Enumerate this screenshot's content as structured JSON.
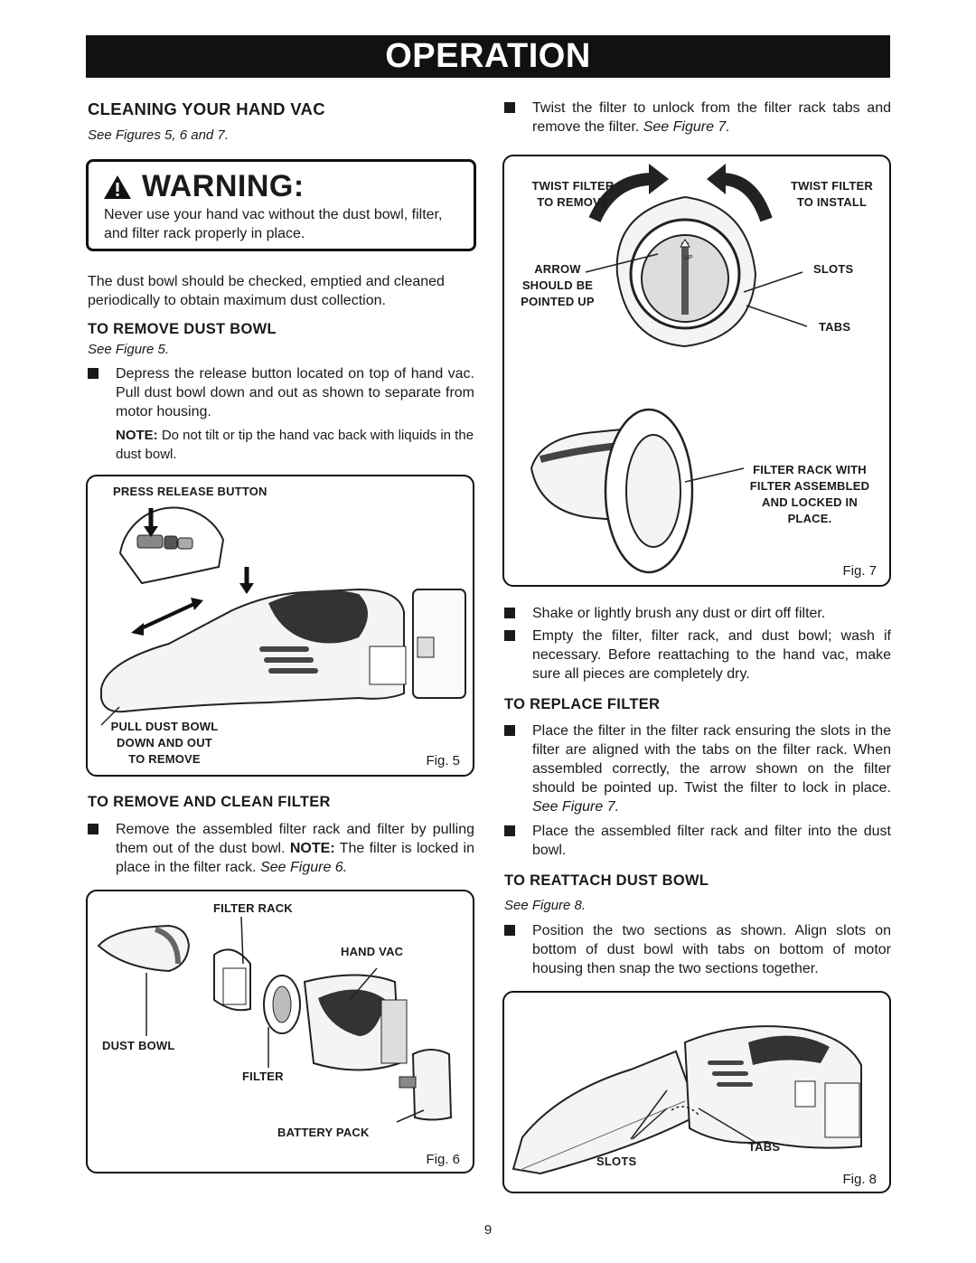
{
  "header": {
    "title": "OPERATION"
  },
  "left": {
    "section_title": "CLEANING YOUR HAND VAC",
    "see_figures": "See Figures 5, 6 and 7.",
    "warning": {
      "title": "WARNING:",
      "text": "Never use your hand vac without the dust bowl, filter, and filter rack properly in place."
    },
    "intro": "The dust bowl should be checked, emptied and cleaned periodically to obtain maximum dust collection.",
    "remove_dust_bowl": {
      "title": "TO REMOVE DUST BOWL",
      "see": "See Figure 5.",
      "bullet": "Depress the release button located on top of hand vac. Pull dust bowl down and out as shown to separate from motor housing.",
      "note_label": "NOTE:",
      "note_text": " Do not tilt or tip the hand vac back with liquids in the dust bowl."
    },
    "fig5": {
      "label_press": "PRESS RELEASE BUTTON",
      "label_pull_1": "PULL DUST BOWL",
      "label_pull_2": "DOWN AND OUT",
      "label_pull_3": "TO REMOVE",
      "fig_no": "Fig. 5"
    },
    "remove_clean_filter": {
      "title": "TO REMOVE AND CLEAN FILTER",
      "bullet_a": "Remove the assembled filter rack and filter by pulling them out of the dust bowl. ",
      "bullet_note": "NOTE:",
      "bullet_b": " The filter is locked in place in the filter rack. ",
      "bullet_see": "See Figure 6."
    },
    "fig6": {
      "filter_rack": "FILTER RACK",
      "hand_vac": "HAND VAC",
      "dust_bowl": "DUST BOWL",
      "filter": "FILTER",
      "battery_pack": "BATTERY PACK",
      "fig_no": "Fig. 6"
    }
  },
  "right": {
    "twist_bullet": "Twist the filter to unlock from the filter rack tabs and remove the filter. ",
    "twist_see": "See Figure 7.",
    "fig7": {
      "twist_remove_1": "TWIST FILTER",
      "twist_remove_2": "TO REMOVE",
      "twist_install_1": "TWIST FILTER",
      "twist_install_2": "TO INSTALL",
      "arrow_1": "ARROW",
      "arrow_2": "SHOULD BE",
      "arrow_3": "POINTED UP",
      "slots": "SLOTS",
      "tabs": "TABS",
      "rack_1": "FILTER RACK WITH",
      "rack_2": "FILTER ASSEMBLED",
      "rack_3": "AND LOCKED IN",
      "rack_4": "PLACE.",
      "up": "UP",
      "fig_no": "Fig. 7"
    },
    "shake_bullet": "Shake or lightly brush any dust or dirt off filter.",
    "empty_bullet": "Empty the filter, filter rack, and dust bowl; wash if necessary. Before reattaching to the hand vac, make sure all pieces are completely dry.",
    "replace_filter": {
      "title": "TO REPLACE FILTER",
      "bullet_1": "Place the filter in the filter rack ensuring the slots in the filter are aligned with the tabs on the filter rack. When assembled correctly, the arrow shown on the filter should be pointed up. Twist the filter to lock in place. ",
      "bullet_1_see": "See Figure 7.",
      "bullet_2": "Place the assembled filter rack and filter into the dust bowl."
    },
    "reattach": {
      "title": "TO REATTACH DUST BOWL",
      "see": "See Figure 8.",
      "bullet": "Position the two sections as shown. Align slots on bottom of dust bowl with tabs on bottom of motor housing then snap the two sections together."
    },
    "fig8": {
      "tabs": "TABS",
      "slots": "SLOTS",
      "fig_no": "Fig. 8"
    }
  },
  "footer": {
    "page_number": "9"
  }
}
